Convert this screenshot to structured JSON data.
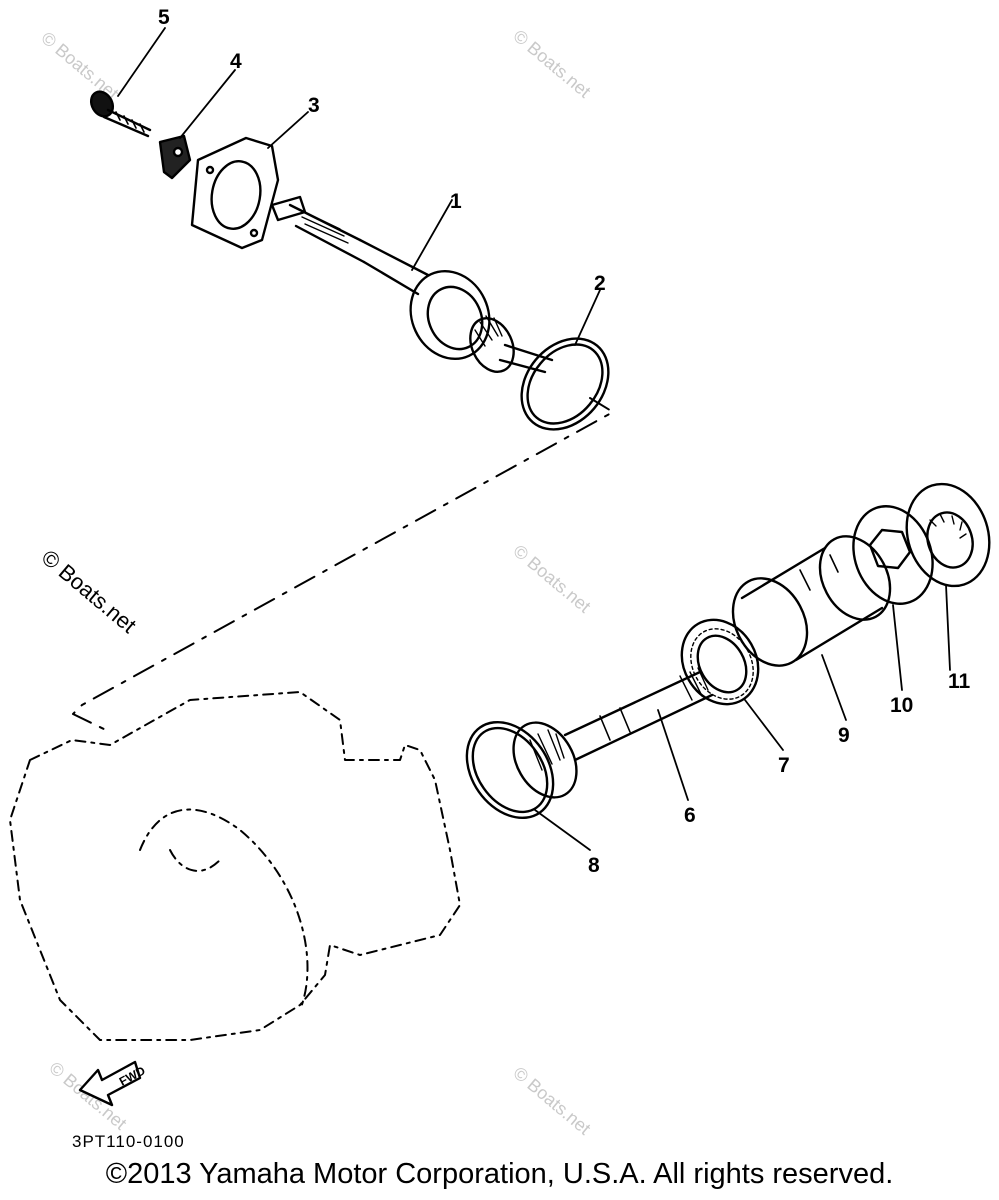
{
  "parts": [
    {
      "number": "1"
    },
    {
      "number": "2"
    },
    {
      "number": "3"
    },
    {
      "number": "4"
    },
    {
      "number": "5"
    },
    {
      "number": "6"
    },
    {
      "number": "7"
    },
    {
      "number": "8"
    },
    {
      "number": "9"
    },
    {
      "number": "10"
    },
    {
      "number": "11"
    }
  ],
  "watermark": "© Boats.net",
  "fwd_label": "FWD",
  "diagram_code": "3PT110-0100",
  "copyright": "©2013 Yamaha Motor Corporation, U.S.A. All rights reserved."
}
